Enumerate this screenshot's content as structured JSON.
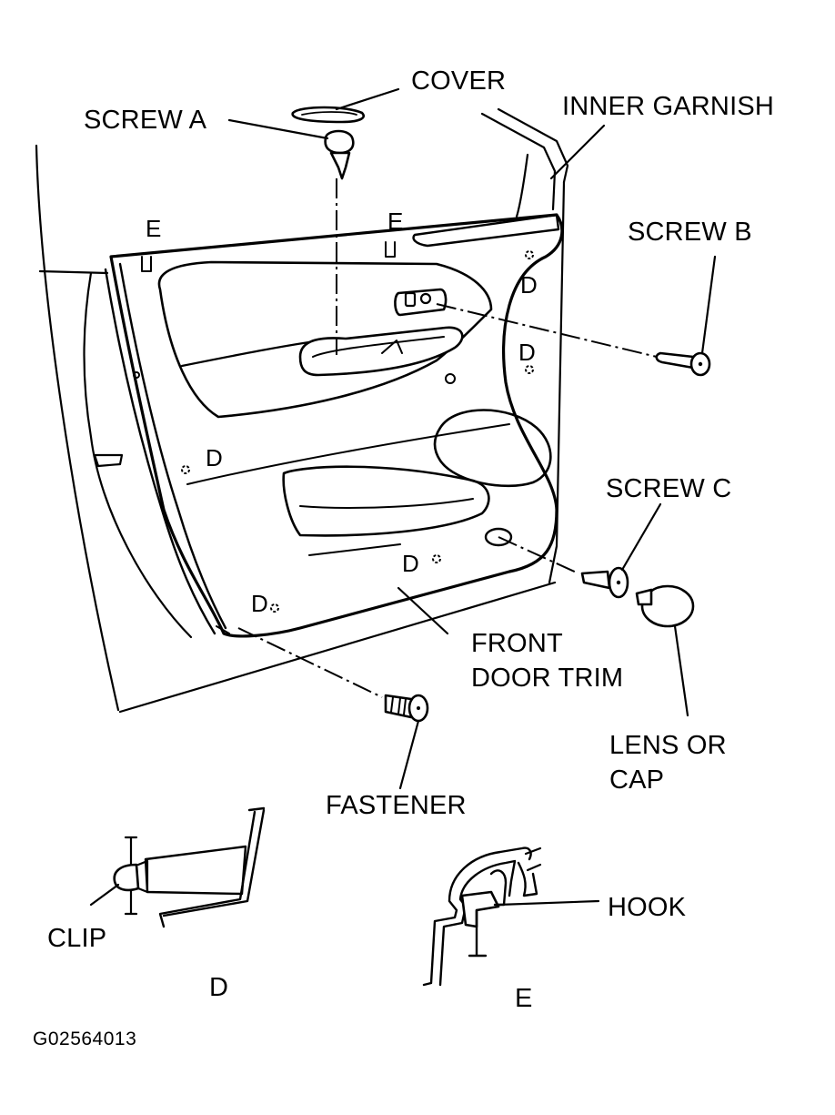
{
  "figure_code": "G02564013",
  "colors": {
    "line": "#000000",
    "background": "#ffffff"
  },
  "labels": {
    "cover": "COVER",
    "inner_garnish": "INNER GARNISH",
    "screw_a": "SCREW A",
    "screw_b": "SCREW B",
    "screw_c": "SCREW C",
    "front_door_trim_line1": "FRONT",
    "front_door_trim_line2": "DOOR TRIM",
    "lens_or_cap_line1": "LENS OR",
    "lens_or_cap_line2": "CAP",
    "fastener": "FASTENER",
    "clip": "CLIP",
    "hook": "HOOK",
    "detail_d": "D",
    "detail_e": "E"
  },
  "clip_points": {
    "e_left": "E",
    "e_center": "E",
    "d_upper_right": "D",
    "d_mid_right": "D",
    "d_left": "D",
    "d_lower_center": "D",
    "d_lower_left": "D"
  }
}
